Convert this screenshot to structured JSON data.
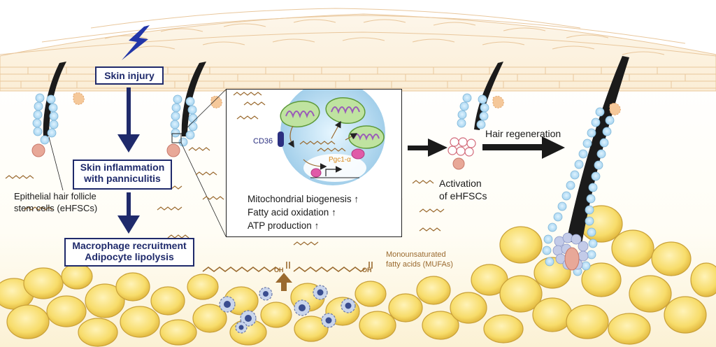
{
  "labels": {
    "skin_injury": "Skin injury",
    "inflammation_line1": "Skin inflammation",
    "inflammation_line2": "with panniculitis",
    "macrophage": "Macrophage recruitment",
    "lipolysis": "Adipocyte lipolysis",
    "ehfsc_line1": "Epithelial hair follicle",
    "ehfsc_line2": "stem cells (eHFSCs)",
    "cd36": "CD36",
    "pgc1a": "Pgc1-α",
    "mito_biogenesis": "Mitochondrial biogenesis",
    "fao": "Fatty acid oxidation",
    "atp": "ATP production",
    "activation_line1": "Activation",
    "activation_line2": "of eHFSCs",
    "hair_regeneration": "Hair regeneration",
    "mufa_line1": "Monounsaturated",
    "mufa_line2": "fatty acids (MUFAs)",
    "oh1": "OH",
    "oh2": "OH",
    "up_arrow": "↑"
  },
  "colors": {
    "dark_blue": "#1f2a6b",
    "fat_yellow": "#f7dc6a",
    "hair_black": "#1b1b1b",
    "stem_blue": "#a9d8f0",
    "mito_green": "#bfe3a0",
    "fatty_acid_brown": "#9a6a2f"
  },
  "icons": [
    "lightning-icon",
    "mitochondrion-icon",
    "macrophage-icon",
    "fatty-acid-icon"
  ]
}
